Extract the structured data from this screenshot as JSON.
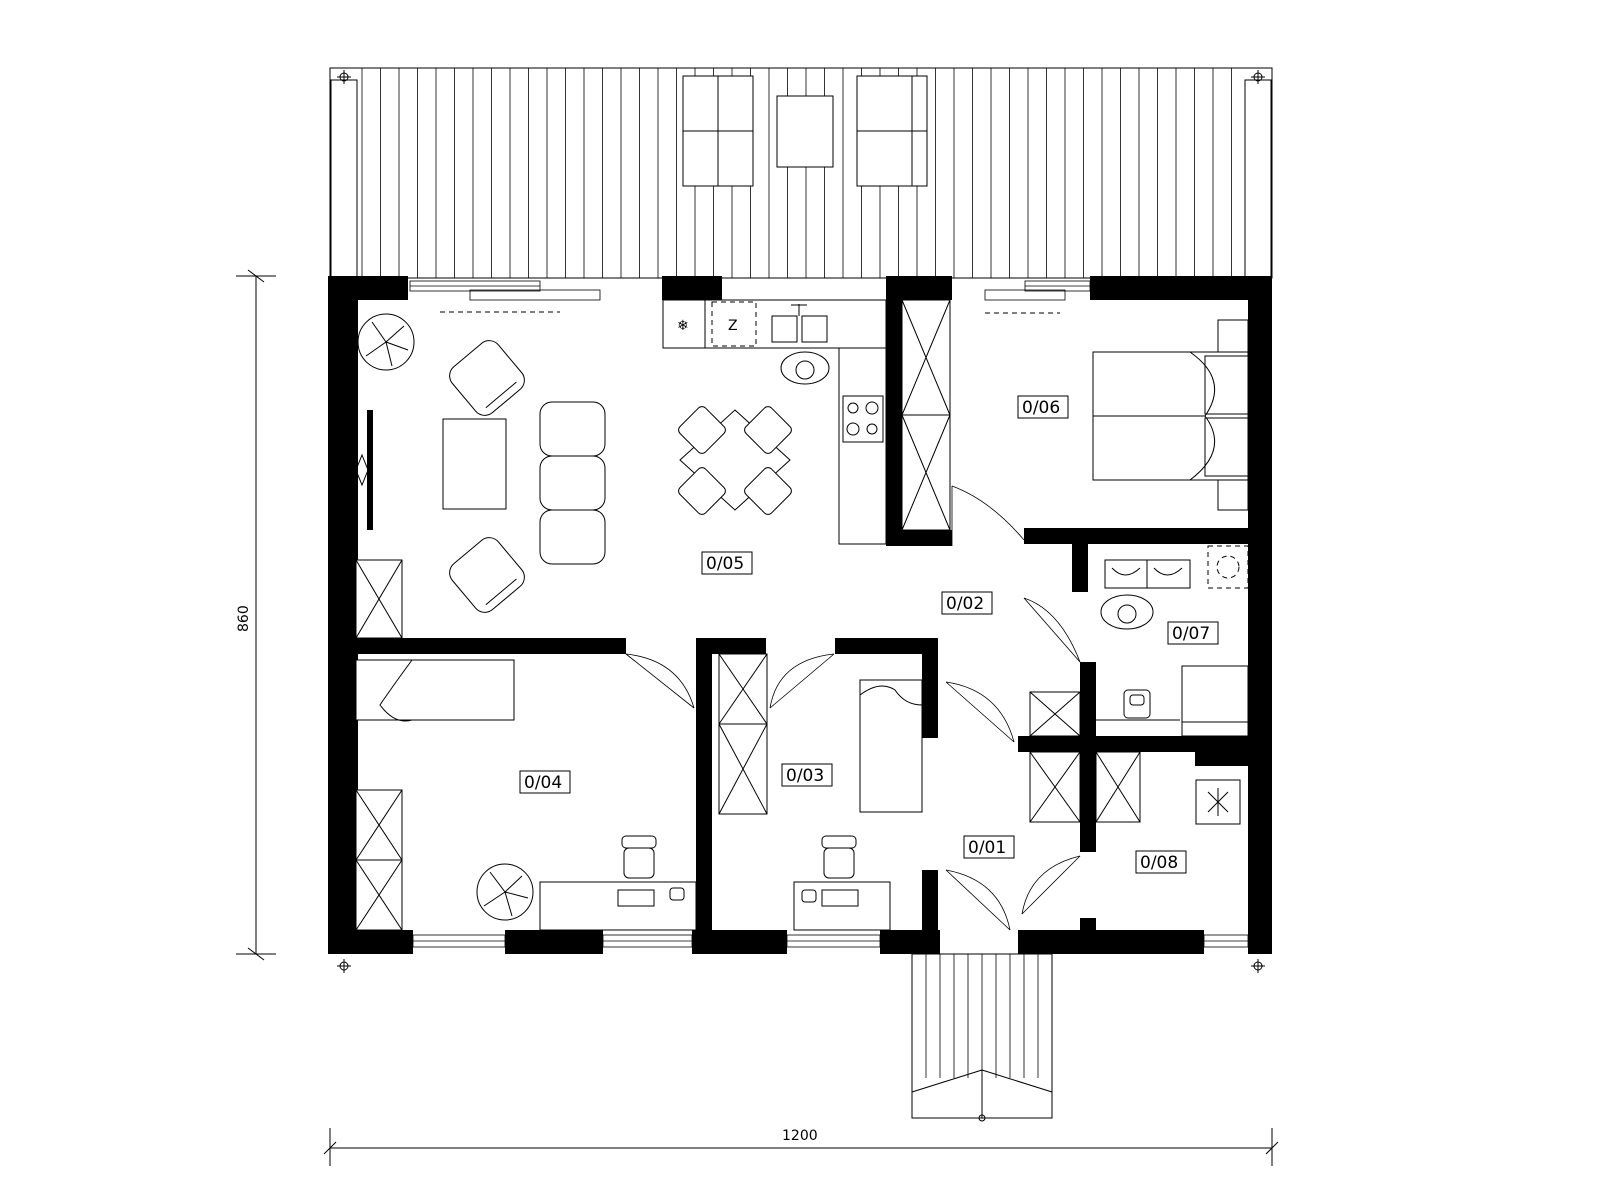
{
  "rooms": [
    {
      "label": "0/01"
    },
    {
      "label": "0/02"
    },
    {
      "label": "0/03"
    },
    {
      "label": "0/04"
    },
    {
      "label": "0/05"
    },
    {
      "label": "0/06"
    },
    {
      "label": "0/07"
    },
    {
      "label": "0/08"
    }
  ],
  "dimensions": {
    "width": "1200",
    "height": "860"
  },
  "fixtures": {
    "freezer_glyph": "❄",
    "fridge_glyph": "Z"
  }
}
